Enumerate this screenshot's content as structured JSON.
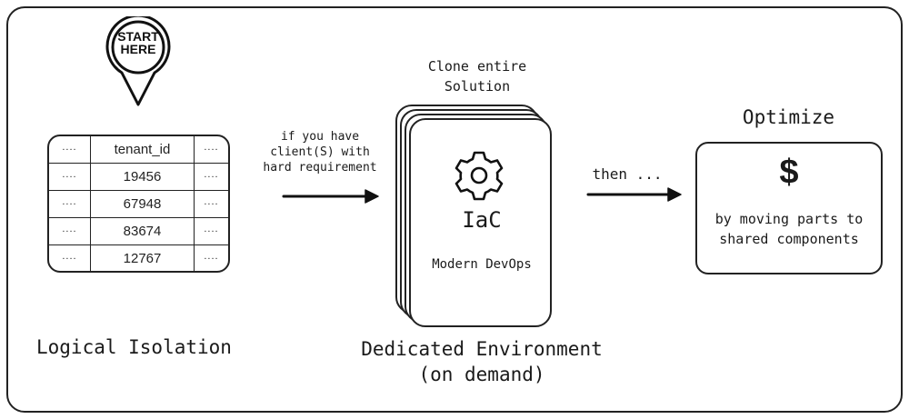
{
  "pin": {
    "line1": "START",
    "line2": "HERE",
    "icon": "map-pin-icon"
  },
  "table": {
    "header": [
      "....",
      "tenant_id",
      "...."
    ],
    "rows": [
      [
        "....",
        "19456",
        "...."
      ],
      [
        "....",
        "67948",
        "...."
      ],
      [
        "....",
        "83674",
        "...."
      ],
      [
        "....",
        "12767",
        "...."
      ]
    ]
  },
  "logical_label": "Logical Isolation",
  "arrow1_note": [
    "if you have",
    "client(S) with",
    "hard requirement"
  ],
  "clone_note": [
    "Clone entire",
    "Solution"
  ],
  "dedicated": {
    "icon": "gear-icon",
    "iac": "IaC",
    "devops": "Modern DevOps",
    "label": [
      "Dedicated Environment",
      "(on demand)"
    ]
  },
  "arrow2_note": "then ...",
  "optimize": {
    "title": "Optimize",
    "symbol": "$",
    "text": [
      "by moving parts to",
      "shared components"
    ]
  }
}
